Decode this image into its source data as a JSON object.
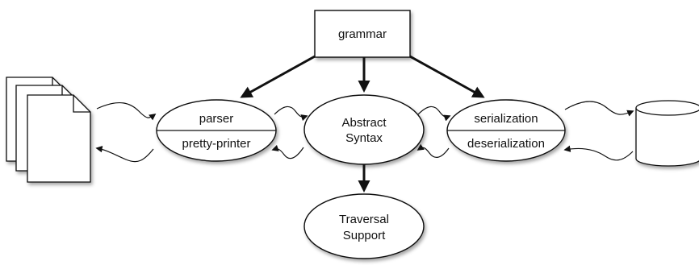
{
  "nodes": {
    "grammar": {
      "label": "grammar"
    },
    "parser": {
      "top_label": "parser",
      "bottom_label": "pretty-printer"
    },
    "abstract_syntax": {
      "line1": "Abstract",
      "line2": "Syntax"
    },
    "serialization": {
      "top_label": "serialization",
      "bottom_label": "deserialization"
    },
    "traversal": {
      "line1": "Traversal",
      "line2": "Support"
    }
  },
  "icons": {
    "documents": "document-stack-icon",
    "storage": "database-cylinder-icon"
  },
  "colors": {
    "stroke": "#111111",
    "fill": "#ffffff",
    "shadow": "#bdbdbd"
  }
}
